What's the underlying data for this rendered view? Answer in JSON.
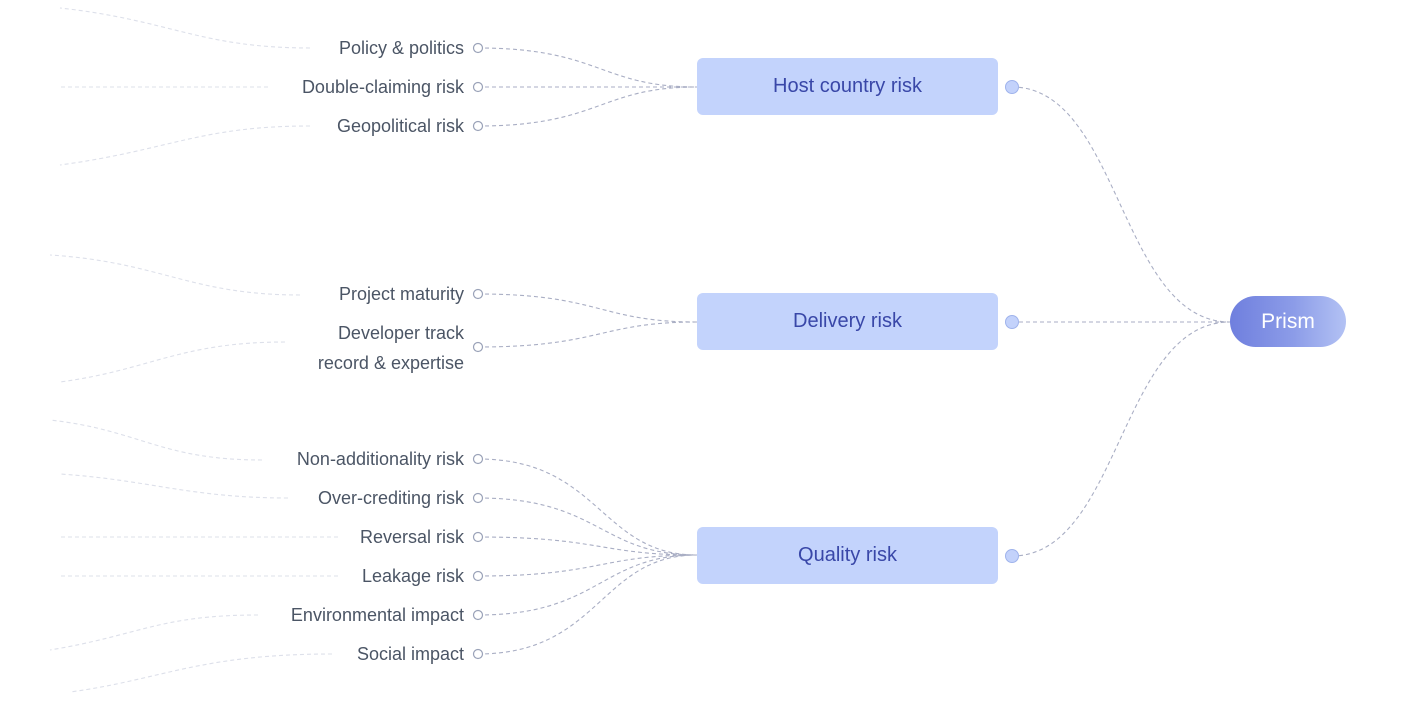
{
  "root": {
    "label": "Prism"
  },
  "categories": [
    {
      "label": "Host country risk",
      "items": [
        "Policy & politics",
        "Double-claiming risk",
        "Geopolitical risk"
      ]
    },
    {
      "label": "Delivery risk",
      "items": [
        "Project maturity",
        "Developer track record & expertise"
      ]
    },
    {
      "label": "Quality risk",
      "items": [
        "Non-additionality risk",
        "Over-crediting risk",
        "Reversal risk",
        "Leakage risk",
        "Environmental impact",
        "Social impact"
      ]
    }
  ],
  "colors": {
    "category_fill": "#c3d3fc",
    "category_text": "#3947a8",
    "root_gradient_start": "#6f7fde",
    "root_gradient_end": "#b3c2f4",
    "connector": "#a9aec4"
  }
}
